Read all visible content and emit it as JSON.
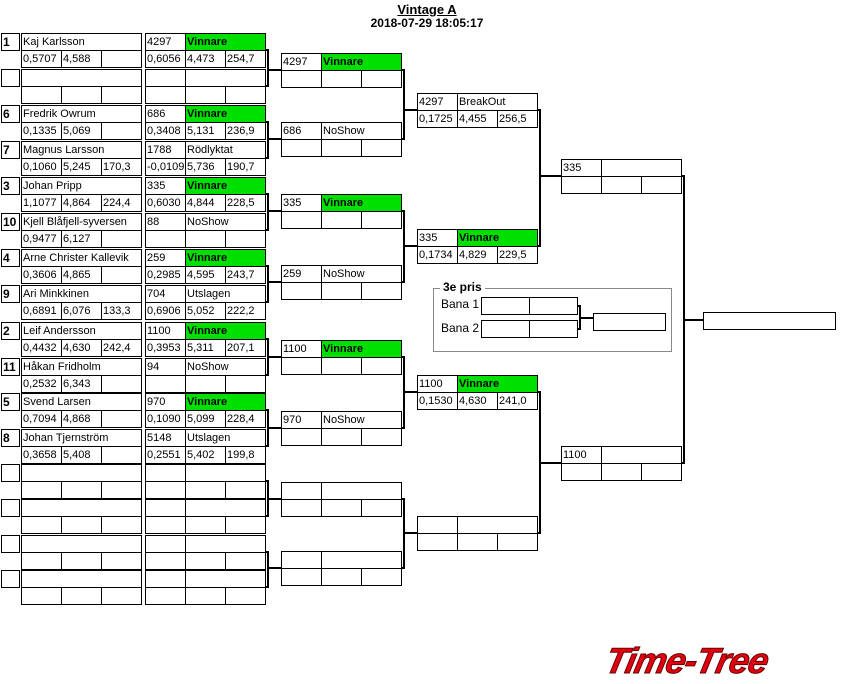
{
  "title": "Vintage A",
  "datetime": "2018-07-29 18:05:17",
  "logo": "Time-Tree",
  "colors": {
    "winner": "#00e000",
    "logo": "#e00010"
  },
  "round1": [
    {
      "seed": "1",
      "name": "Kaj Karlsson",
      "rt": "0,5707",
      "et": "4,588",
      "speed": "",
      "res": {
        "num": "4297",
        "status": "Vinnare",
        "rt": "0,6056",
        "et": "4,473",
        "speed": "254,7"
      }
    },
    {
      "seed": "",
      "name": "",
      "rt": "",
      "et": "",
      "speed": "",
      "res": {
        "num": "",
        "status": "",
        "rt": "",
        "et": "",
        "speed": ""
      }
    },
    {
      "seed": "6",
      "name": "Fredrik Owrum",
      "rt": "0,1335",
      "et": "5,069",
      "speed": "",
      "res": {
        "num": "686",
        "status": "Vinnare",
        "rt": "0,3408",
        "et": "5,131",
        "speed": "236,9"
      }
    },
    {
      "seed": "7",
      "name": "Magnus Larsson",
      "rt": "0,1060",
      "et": "5,245",
      "speed": "170,3",
      "res": {
        "num": "1788",
        "status": "Rödlyktat",
        "rt": "-0,0109",
        "et": "5,736",
        "speed": "190,7"
      }
    },
    {
      "seed": "3",
      "name": "Johan  Pripp",
      "rt": "1,1077",
      "et": "4,864",
      "speed": "224,4",
      "res": {
        "num": "335",
        "status": "Vinnare",
        "rt": "0,6030",
        "et": "4,844",
        "speed": "228,5"
      }
    },
    {
      "seed": "10",
      "name": "Kjell Blåfjell-syversen",
      "rt": "0,9477",
      "et": "6,127",
      "speed": "",
      "res": {
        "num": "88",
        "status": "NoShow",
        "rt": "",
        "et": "",
        "speed": ""
      }
    },
    {
      "seed": "4",
      "name": "Arne Christer Kallevik",
      "rt": "0,3606",
      "et": "4,865",
      "speed": "",
      "res": {
        "num": "259",
        "status": "Vinnare",
        "rt": "0,2985",
        "et": "4,595",
        "speed": "243,7"
      }
    },
    {
      "seed": "9",
      "name": "Ari Minkkinen",
      "rt": "0,6891",
      "et": "6,076",
      "speed": "133,3",
      "res": {
        "num": "704",
        "status": "Utslagen",
        "rt": "0,6906",
        "et": "5,052",
        "speed": "222,2"
      }
    },
    {
      "seed": "2",
      "name": "Leif Andersson",
      "rt": "0,4432",
      "et": "4,630",
      "speed": "242,4",
      "res": {
        "num": "1100",
        "status": "Vinnare",
        "rt": "0,3953",
        "et": "5,311",
        "speed": "207,1"
      }
    },
    {
      "seed": "11",
      "name": "Håkan Fridholm",
      "rt": "0,2532",
      "et": "6,343",
      "speed": "",
      "res": {
        "num": "94",
        "status": "NoShow",
        "rt": "",
        "et": "",
        "speed": ""
      }
    },
    {
      "seed": "5",
      "name": "Svend Larsen",
      "rt": "0,7094",
      "et": "4,868",
      "speed": "",
      "res": {
        "num": "970",
        "status": "Vinnare",
        "rt": "0,1090",
        "et": "5,099",
        "speed": "228,4"
      }
    },
    {
      "seed": "8",
      "name": "Johan Tjernström",
      "rt": "0,3658",
      "et": "5,408",
      "speed": "",
      "res": {
        "num": "5148",
        "status": "Utslagen",
        "rt": "0,2551",
        "et": "5,402",
        "speed": "199,8"
      }
    },
    {
      "seed": "",
      "name": "",
      "rt": "",
      "et": "",
      "speed": "",
      "res": {
        "num": "",
        "status": "",
        "rt": "",
        "et": "",
        "speed": ""
      }
    },
    {
      "seed": "",
      "name": "",
      "rt": "",
      "et": "",
      "speed": "",
      "res": {
        "num": "",
        "status": "",
        "rt": "",
        "et": "",
        "speed": ""
      }
    },
    {
      "seed": "",
      "name": "",
      "rt": "",
      "et": "",
      "speed": "",
      "res": {
        "num": "",
        "status": "",
        "rt": "",
        "et": "",
        "speed": ""
      }
    },
    {
      "seed": "",
      "name": "",
      "rt": "",
      "et": "",
      "speed": "",
      "res": {
        "num": "",
        "status": "",
        "rt": "",
        "et": "",
        "speed": ""
      }
    }
  ],
  "round2": [
    {
      "num": "4297",
      "status": "Vinnare",
      "rt": "",
      "et": "",
      "speed": ""
    },
    {
      "num": "686",
      "status": "NoShow",
      "rt": "",
      "et": "",
      "speed": ""
    },
    {
      "num": "335",
      "status": "Vinnare",
      "rt": "",
      "et": "",
      "speed": ""
    },
    {
      "num": "259",
      "status": "NoShow",
      "rt": "",
      "et": "",
      "speed": ""
    },
    {
      "num": "1100",
      "status": "Vinnare",
      "rt": "",
      "et": "",
      "speed": ""
    },
    {
      "num": "970",
      "status": "NoShow",
      "rt": "",
      "et": "",
      "speed": ""
    },
    {
      "num": "",
      "status": "",
      "rt": "",
      "et": "",
      "speed": ""
    },
    {
      "num": "",
      "status": "",
      "rt": "",
      "et": "",
      "speed": ""
    }
  ],
  "round3": [
    {
      "num": "4297",
      "status": "BreakOut",
      "rt": "0,1725",
      "et": "4,455",
      "speed": "256,5"
    },
    {
      "num": "335",
      "status": "Vinnare",
      "rt": "0,1734",
      "et": "4,829",
      "speed": "229,5"
    },
    {
      "num": "1100",
      "status": "Vinnare",
      "rt": "0,1530",
      "et": "4,630",
      "speed": "241,0"
    },
    {
      "num": "",
      "status": "",
      "rt": "",
      "et": "",
      "speed": ""
    }
  ],
  "round4": [
    {
      "num": "335",
      "status": "",
      "rt": "",
      "et": "",
      "speed": ""
    },
    {
      "num": "1100",
      "status": "",
      "rt": "",
      "et": "",
      "speed": ""
    }
  ],
  "final": {
    "value": ""
  },
  "third_place": {
    "label": "3e pris",
    "lane1_label": "Bana 1",
    "lane2_label": "Bana 2",
    "lane1": [
      "",
      ""
    ],
    "lane2": [
      "",
      ""
    ],
    "result": ""
  }
}
